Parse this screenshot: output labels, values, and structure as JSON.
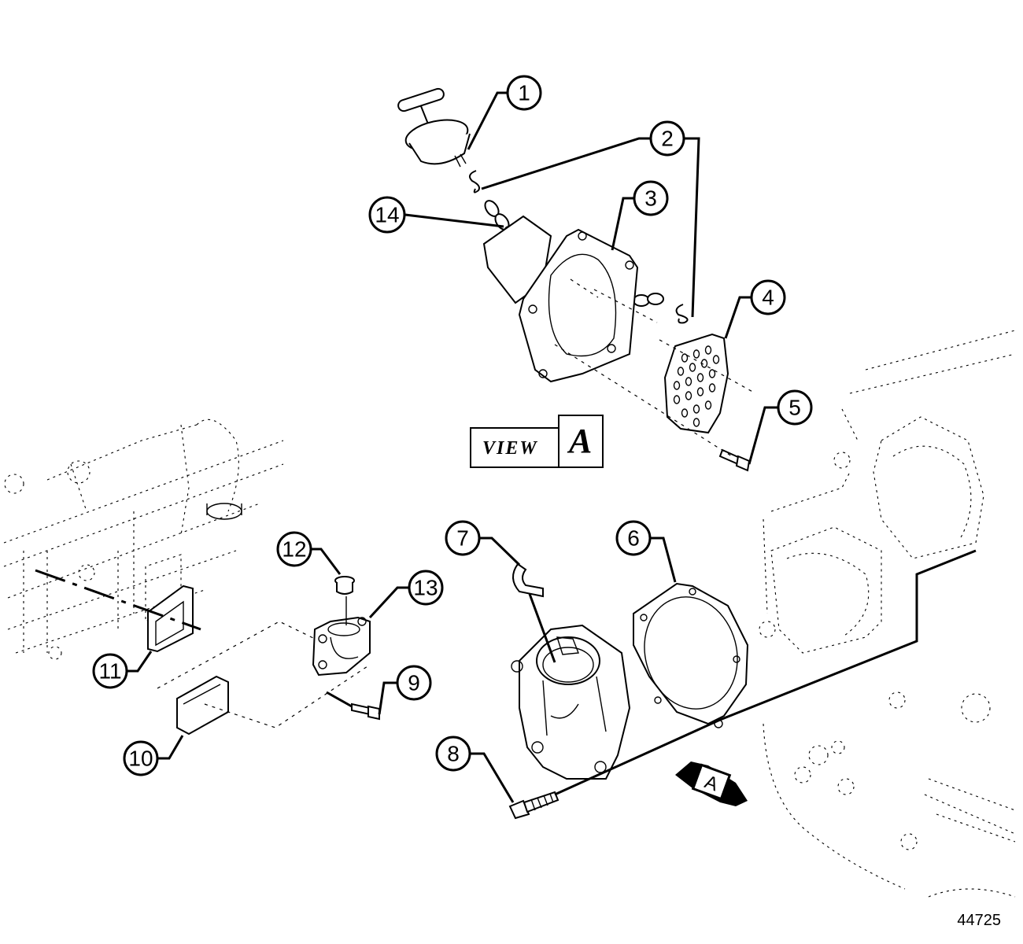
{
  "diagram": {
    "type": "exploded-parts-view",
    "figure_number": "44725",
    "view_label": {
      "word": "VIEW",
      "letter": "A"
    },
    "direction_arrow_label": "A",
    "callouts": [
      {
        "number": "1",
        "part": "cap-with-t-handle"
      },
      {
        "number": "2",
        "part": "s-hook"
      },
      {
        "number": "3",
        "part": "filler-housing"
      },
      {
        "number": "4",
        "part": "strainer-plate"
      },
      {
        "number": "5",
        "part": "bolt"
      },
      {
        "number": "6",
        "part": "gasket"
      },
      {
        "number": "7",
        "part": "retaining-clip"
      },
      {
        "number": "8",
        "part": "bolt"
      },
      {
        "number": "9",
        "part": "bolt"
      },
      {
        "number": "10",
        "part": "cover-plate"
      },
      {
        "number": "11",
        "part": "gasket"
      },
      {
        "number": "12",
        "part": "plug"
      },
      {
        "number": "13",
        "part": "adapter-elbow"
      },
      {
        "number": "14",
        "part": "chain"
      }
    ]
  }
}
